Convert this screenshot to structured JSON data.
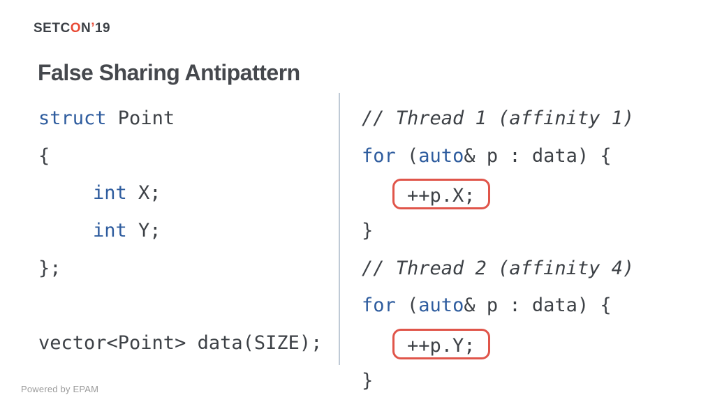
{
  "logo": {
    "part1": "SETC",
    "o": "O",
    "part2": "N",
    "apostrophe": "’",
    "year": "19"
  },
  "title": "False Sharing Antipattern",
  "footer": "Powered by EPAM",
  "colors": {
    "keyword": "#2e5c9e",
    "plain": "#3d4146",
    "comment": "#3d4146",
    "highlight_border": "#e0554a",
    "divider": "#bfcad6",
    "title": "#45484d",
    "logo_text": "#3c4046",
    "logo_accent": "#e84a35",
    "footer": "#9b9b9b"
  },
  "code_columns": [
    {
      "name": "left",
      "lines": [
        {
          "segments": [
            {
              "text": "struct",
              "type": "keyword"
            },
            {
              "text": " Point",
              "type": "plain"
            }
          ]
        },
        {
          "segments": [
            {
              "text": "{",
              "type": "plain"
            }
          ]
        },
        {
          "indent": true,
          "segments": [
            {
              "text": "int",
              "type": "keyword"
            },
            {
              "text": " X;",
              "type": "plain"
            }
          ]
        },
        {
          "indent": true,
          "segments": [
            {
              "text": "int",
              "type": "keyword"
            },
            {
              "text": " Y;",
              "type": "plain"
            }
          ]
        },
        {
          "segments": [
            {
              "text": "};",
              "type": "plain"
            }
          ]
        },
        {
          "segments": []
        },
        {
          "segments": [
            {
              "text": "vector<Point> data(SIZE);",
              "type": "plain"
            }
          ]
        }
      ]
    },
    {
      "name": "right",
      "lines": [
        {
          "comment": true,
          "segments": [
            {
              "text": "// Thread 1 (affinity 1)",
              "type": "comment"
            }
          ]
        },
        {
          "segments": [
            {
              "text": "for",
              "type": "keyword"
            },
            {
              "text": " (",
              "type": "plain"
            },
            {
              "text": "auto",
              "type": "keyword"
            },
            {
              "text": "& p : data) {",
              "type": "plain"
            }
          ]
        },
        {
          "boxed": true,
          "segments": [
            {
              "text": "++p.X;",
              "type": "plain"
            }
          ]
        },
        {
          "segments": [
            {
              "text": "}",
              "type": "plain"
            }
          ]
        },
        {
          "comment": true,
          "segments": [
            {
              "text": "// Thread 2 (affinity 4)",
              "type": "comment"
            }
          ]
        },
        {
          "segments": [
            {
              "text": "for",
              "type": "keyword"
            },
            {
              "text": " (",
              "type": "plain"
            },
            {
              "text": "auto",
              "type": "keyword"
            },
            {
              "text": "& p : data) {",
              "type": "plain"
            }
          ]
        },
        {
          "boxed": true,
          "segments": [
            {
              "text": "++p.Y;",
              "type": "plain"
            }
          ]
        },
        {
          "segments": [
            {
              "text": "}",
              "type": "plain"
            }
          ]
        }
      ]
    }
  ]
}
